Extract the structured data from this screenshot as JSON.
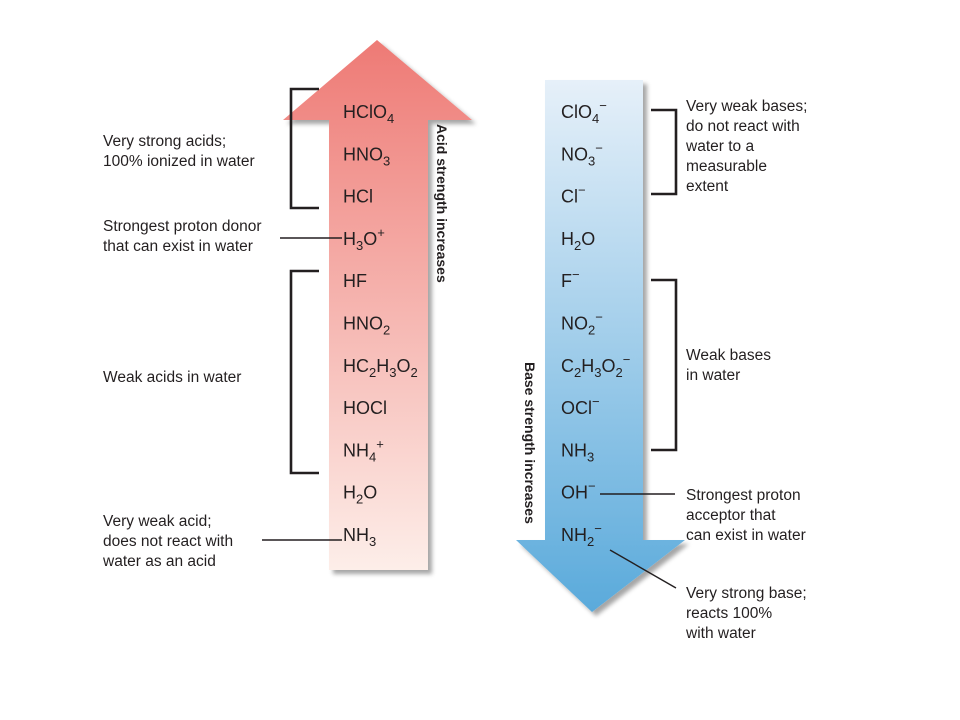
{
  "acid_arrow": {
    "title": "Acid strength increases",
    "color_top": "#ee7a75",
    "color_bottom": "#fdeee9",
    "species": [
      {
        "base": "HClO",
        "sub": "4",
        "rest": "",
        "sup": ""
      },
      {
        "base": "HNO",
        "sub": "3",
        "rest": "",
        "sup": ""
      },
      {
        "base": "HCl",
        "sub": "",
        "rest": "",
        "sup": ""
      },
      {
        "base": "H",
        "sub": "3",
        "rest": "O",
        "sup": "+"
      },
      {
        "base": "HF",
        "sub": "",
        "rest": "",
        "sup": ""
      },
      {
        "base": "HNO",
        "sub": "2",
        "rest": "",
        "sup": ""
      },
      {
        "base": "HC",
        "sub": "2",
        "rest": "H",
        "sub2": "3",
        "rest2": "O",
        "sub3": "2",
        "sup": ""
      },
      {
        "base": "HOCl",
        "sub": "",
        "rest": "",
        "sup": ""
      },
      {
        "base": "NH",
        "sub": "4",
        "rest": "",
        "sup": "+"
      },
      {
        "base": "H",
        "sub": "2",
        "rest": "O",
        "sup": ""
      },
      {
        "base": "NH",
        "sub": "3",
        "rest": "",
        "sup": ""
      }
    ]
  },
  "base_arrow": {
    "title": "Base strength increases",
    "color_top": "#e6f0f9",
    "color_bottom": "#5aaadb",
    "species": [
      {
        "base": "ClO",
        "sub": "4",
        "rest": "",
        "sup": "−"
      },
      {
        "base": "NO",
        "sub": "3",
        "rest": "",
        "sup": "−"
      },
      {
        "base": "Cl",
        "sub": "",
        "rest": "",
        "sup": "−"
      },
      {
        "base": "H",
        "sub": "2",
        "rest": "O",
        "sup": ""
      },
      {
        "base": "F",
        "sub": "",
        "rest": "",
        "sup": "−"
      },
      {
        "base": "NO",
        "sub": "2",
        "rest": "",
        "sup": "−"
      },
      {
        "base": "C",
        "sub": "2",
        "rest": "H",
        "sub2": "3",
        "rest2": "O",
        "sub3": "2",
        "sup": "−"
      },
      {
        "base": "OCl",
        "sub": "",
        "rest": "",
        "sup": "−"
      },
      {
        "base": "NH",
        "sub": "3",
        "rest": "",
        "sup": ""
      },
      {
        "base": "OH",
        "sub": "",
        "rest": "",
        "sup": "−"
      },
      {
        "base": "NH",
        "sub": "2",
        "rest": "",
        "sup": "−"
      }
    ]
  },
  "annotations": {
    "very_strong_acids": [
      "Very strong acids;",
      "100% ionized in water"
    ],
    "strongest_proton_donor": [
      "Strongest proton donor",
      "that can exist in water"
    ],
    "weak_acids": [
      "Weak acids in water"
    ],
    "very_weak_acid": [
      "Very weak acid;",
      "does not react with",
      "water as an acid"
    ],
    "very_weak_bases": [
      "Very weak bases;",
      "do not react with",
      "water to a",
      "measurable",
      "extent"
    ],
    "weak_bases": [
      "Weak bases",
      "in water"
    ],
    "strongest_proton_acceptor": [
      "Strongest proton",
      "acceptor that",
      "can exist in water"
    ],
    "very_strong_base": [
      "Very strong base;",
      "reacts 100%",
      "with water"
    ]
  }
}
